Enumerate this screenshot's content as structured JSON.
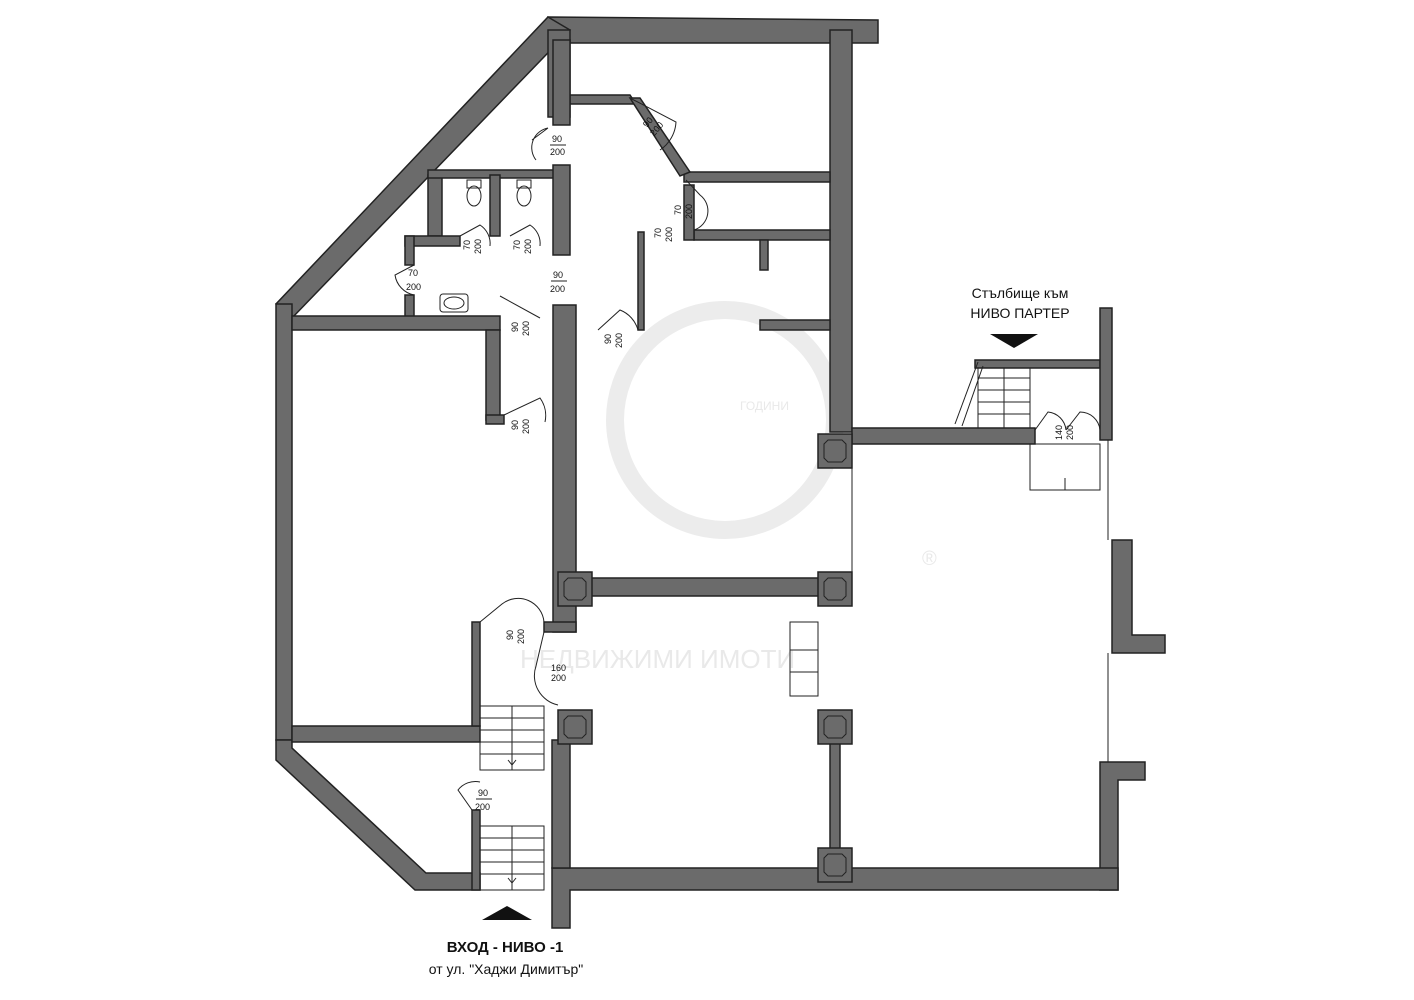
{
  "labels": {
    "stair_line1": "Стълбище към",
    "stair_line2": "НИВО ПАРТЕР",
    "entrance_line1": "ВХОД - НИВО  -1",
    "entrance_line2": "от ул. \"Хаджи Димитър\""
  },
  "watermark": {
    "years": "ГОДИНИ",
    "brand": "®",
    "tagline": "НЕДВИЖИМИ ИМОТИ"
  },
  "doors": [
    {
      "w": "90",
      "h": "200"
    },
    {
      "w": "90",
      "h": "200"
    },
    {
      "w": "70",
      "h": "200"
    },
    {
      "w": "70",
      "h": "200"
    },
    {
      "w": "70",
      "h": "200"
    },
    {
      "w": "70",
      "h": "200"
    },
    {
      "w": "70",
      "h": "200"
    },
    {
      "w": "90",
      "h": "200"
    },
    {
      "w": "90",
      "h": "200"
    },
    {
      "w": "90",
      "h": "200"
    },
    {
      "w": "90",
      "h": "200"
    },
    {
      "w": "140",
      "h": "200"
    },
    {
      "w": "90",
      "h": "200"
    },
    {
      "w": "160",
      "h": "200"
    },
    {
      "w": "90",
      "h": "200"
    }
  ]
}
